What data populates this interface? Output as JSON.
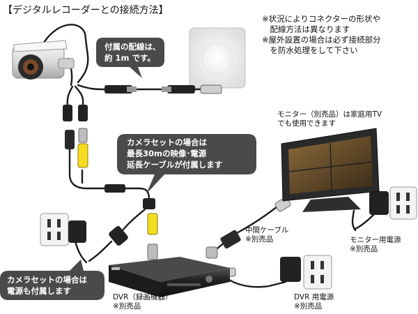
{
  "title": "【デジタルレコーダーとの接続方法】",
  "notes": [
    "※状況によりコネクターの形状や",
    "　配線方法は異なります",
    "※屋外設置の場合は必ず接続部分",
    "　を防水処理をして下さい"
  ],
  "callouts": {
    "included_cable": [
      "付属の配線は、",
      "約 1m です。"
    ],
    "camera_set_cable": [
      "カメラセットの場合は",
      "最長30mの映像･電源",
      "延長ケーブルが付属します"
    ],
    "camera_set_power": [
      "カメラセットの場合は",
      "電源も付属します"
    ]
  },
  "labels": {
    "monitor": [
      "モニター（別売品）は家庭用TV",
      "でも使用できます"
    ],
    "intermediate_cable": [
      "中間ケーブル",
      "※別売品"
    ],
    "monitor_power": [
      "モニター用電源",
      "※別売品"
    ],
    "dvr": [
      "DVR（録画機器）",
      "※別売品"
    ],
    "dvr_power": [
      "DVR 用電源",
      "※別売品"
    ]
  },
  "colors": {
    "callout_fill": "#4a4a4a",
    "connector_yellow": "#f4dc1e",
    "cable": "#1a1a1a"
  }
}
